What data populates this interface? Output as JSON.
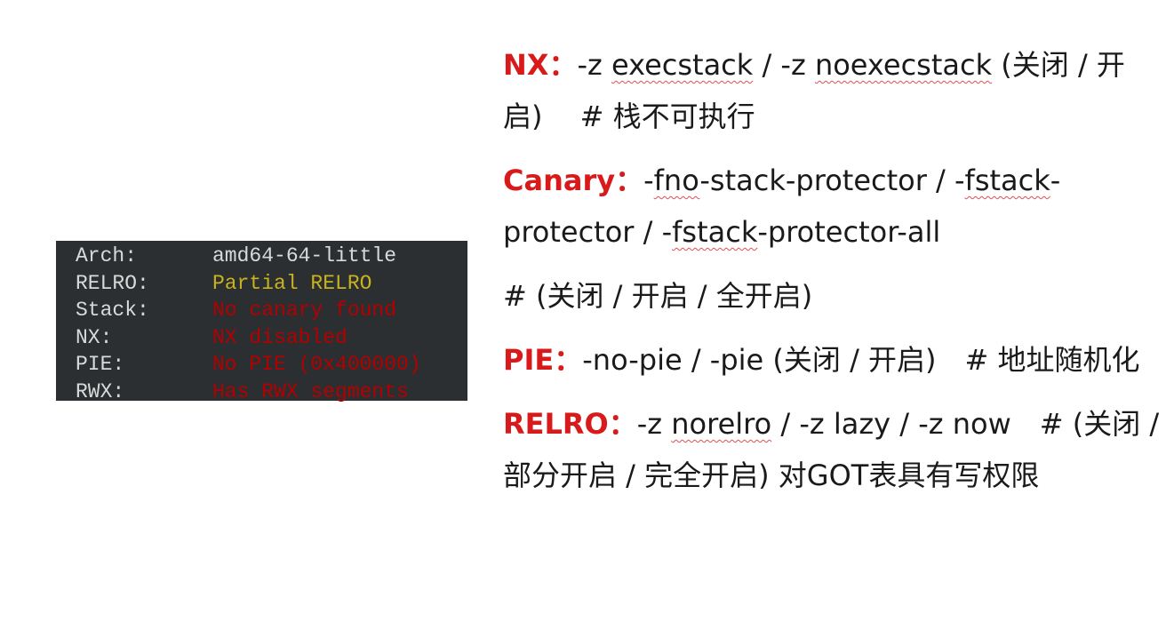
{
  "checksec": {
    "rows": [
      {
        "key": "Arch:",
        "value": "amd64-64-little",
        "color": "#d9d9d9"
      },
      {
        "key": "RELRO:",
        "value": "Partial RELRO",
        "color": "#c8b21d"
      },
      {
        "key": "Stack:",
        "value": "No canary found",
        "color": "#b30000"
      },
      {
        "key": "NX:",
        "value": "NX disabled",
        "color": "#b30000"
      },
      {
        "key": "PIE:",
        "value": "No PIE (0x400000)",
        "color": "#b30000"
      },
      {
        "key": "RWX:",
        "value": "Has RWX segments",
        "color": "#b30000"
      }
    ],
    "background": "#2b2f31"
  },
  "notes": {
    "keyword_color": "#d91a1a",
    "nx": {
      "label": "NX：",
      "t1": "-z ",
      "t2": "execstack",
      "t3": " / -z ",
      "t4": "noexecstack",
      "t5": " (关闭 / 开启)　 #  栈不可执行"
    },
    "canary": {
      "label": "Canary：",
      "t1": "-",
      "t2": "fno",
      "t3": "-stack-protector / -",
      "t4": "fstack",
      "t5": "-protector / -",
      "t6": "fstack",
      "t7": "-protector-all"
    },
    "canary_comment": "# (关闭 / 开启 / 全开启)",
    "pie": {
      "label": "PIE：",
      "text": "-no-pie / -pie (关闭 / 开启)　# 地址随机化"
    },
    "relro": {
      "label": "RELRO：",
      "t1": "-z ",
      "t2": "norelro",
      "t3": " / -z lazy / -z now　# (关闭 / 部分开启 / 完全开启)  对GOT表具有写权限"
    }
  }
}
